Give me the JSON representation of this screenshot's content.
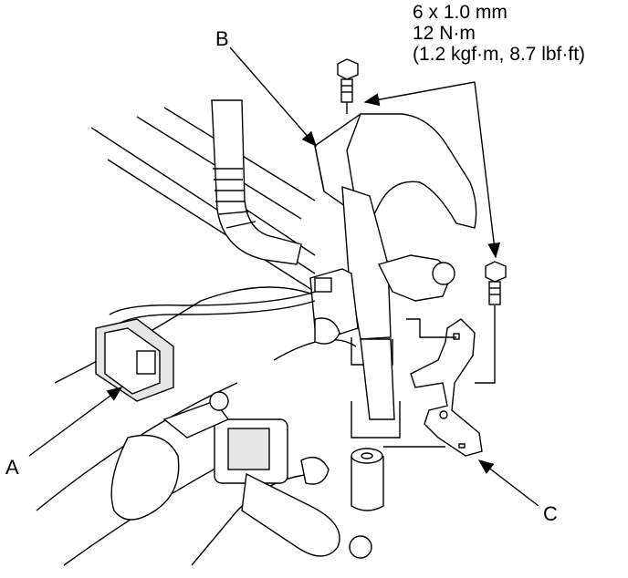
{
  "torque_spec": {
    "size": "6 x 1.0 mm",
    "torque_nm": "12 N·m",
    "torque_alt": "(1.2 kgf·m, 8.7 lbf·ft)"
  },
  "callouts": {
    "a": "A",
    "b": "B",
    "c": "C"
  }
}
